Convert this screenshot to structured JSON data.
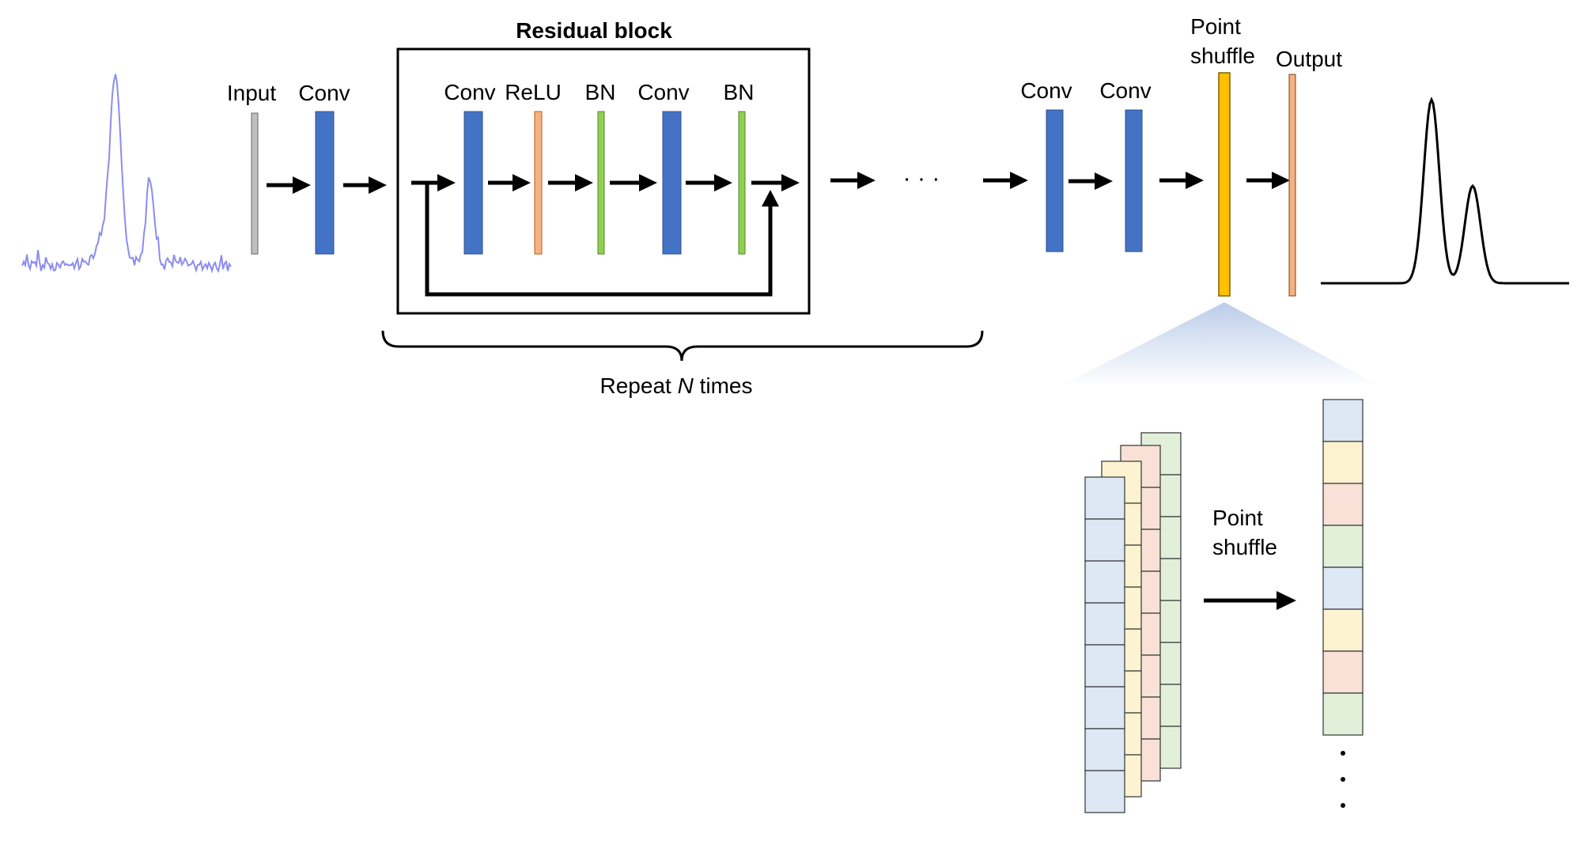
{
  "title": "Residual block",
  "labels": {
    "input": "Input",
    "conv_1": "Conv",
    "rb_conv_1": "Conv",
    "rb_relu": "ReLU",
    "rb_bn_1": "BN",
    "rb_conv_2": "Conv",
    "rb_bn_2": "BN",
    "conv_2": "Conv",
    "conv_3": "Conv",
    "point_shuffle_line1": "Point",
    "point_shuffle_line2": "shuffle",
    "output": "Output",
    "repeat_prefix": "Repeat ",
    "repeat_var": "N",
    "repeat_suffix": " times",
    "detail_line1": "Point",
    "detail_line2": "shuffle",
    "ellipsis": "· · ·"
  },
  "colors": {
    "conv": "#4472C4",
    "relu": "#F4B183",
    "bn": "#8FD14F",
    "input": "#BFBFBF",
    "shuffle": "#FFC000",
    "output": "#F4B183",
    "input_signal": "#8C8CF0",
    "output_signal": "#000000",
    "cell_blue": "#DCE8F4",
    "cell_yellow": "#FDF3D0",
    "cell_pink": "#F9E1D8",
    "cell_green": "#E2F0DA"
  },
  "detail": {
    "stack_cells_per_layer": 8,
    "output_cell_colors": [
      "cell_blue",
      "cell_yellow",
      "cell_pink",
      "cell_green",
      "cell_blue",
      "cell_yellow",
      "cell_pink",
      "cell_green"
    ]
  }
}
